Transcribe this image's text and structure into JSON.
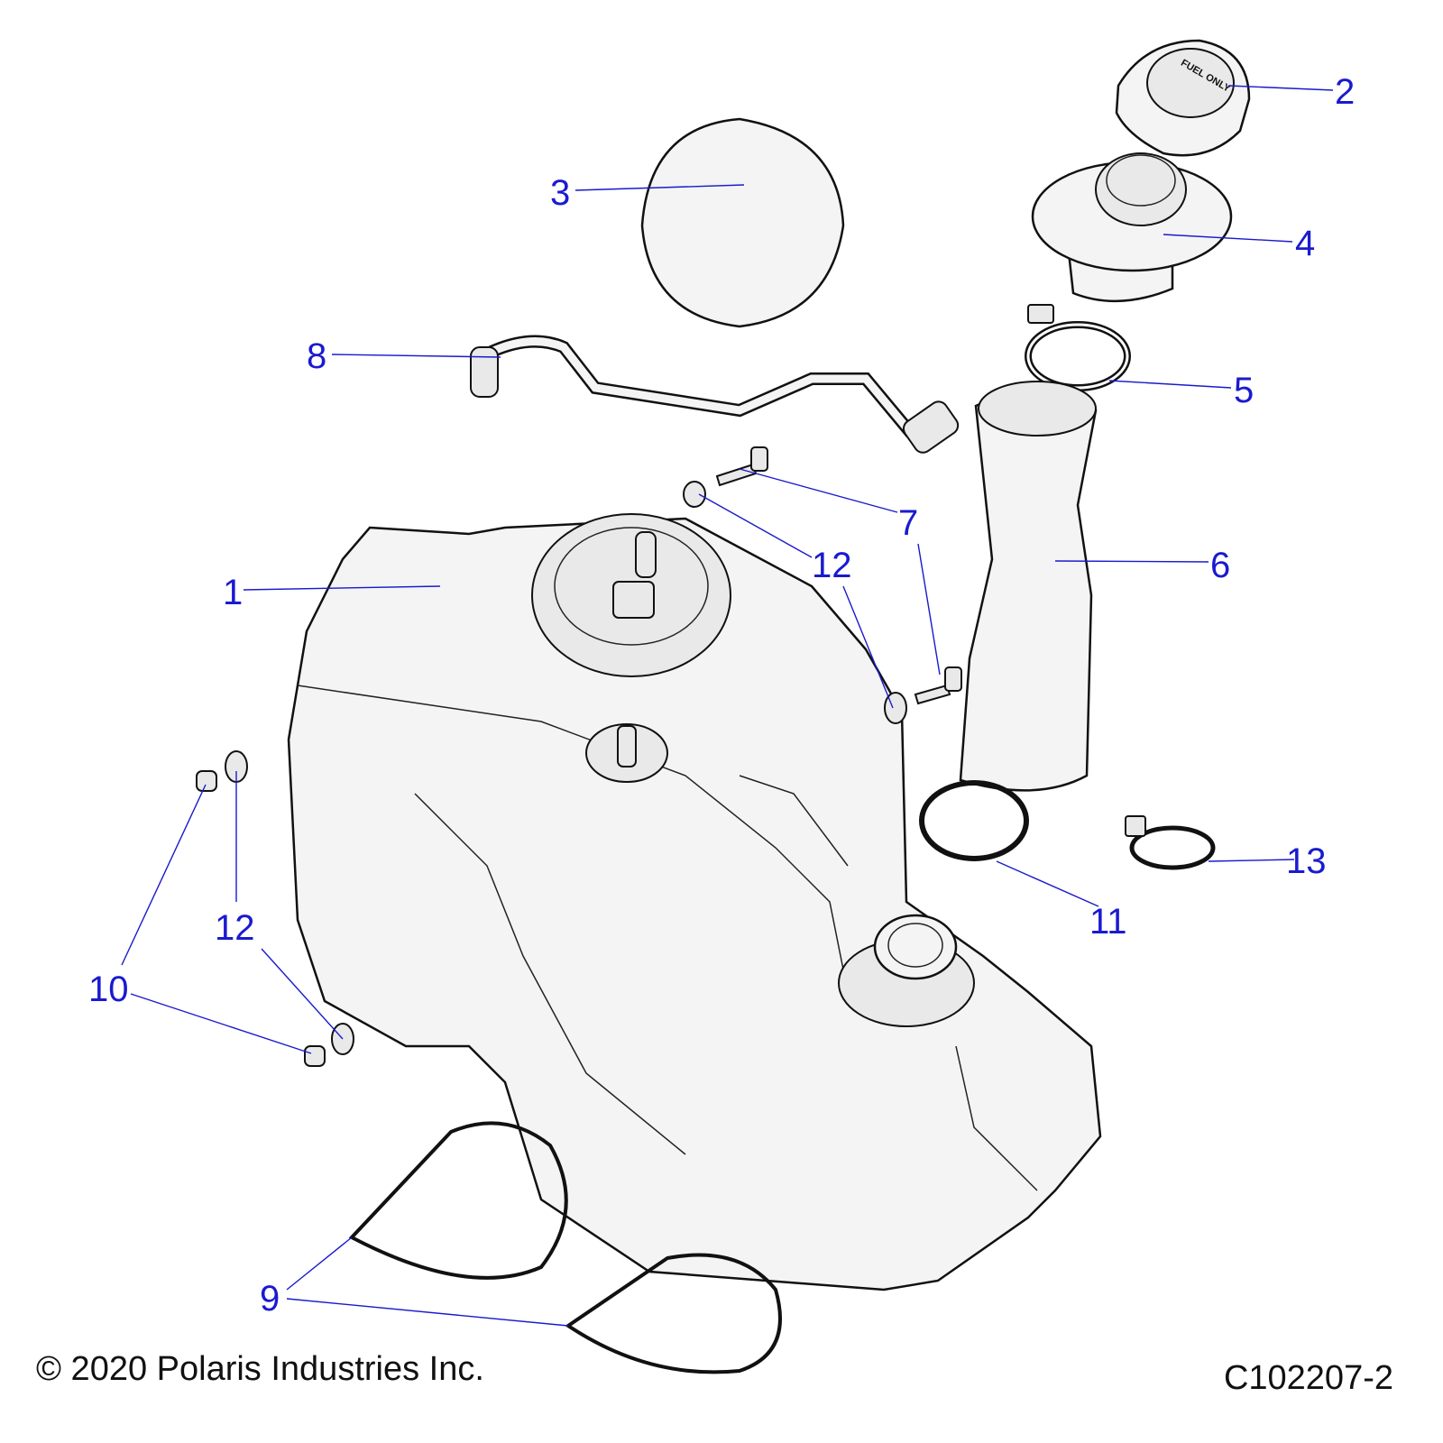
{
  "diagram": {
    "callouts": {
      "c1": "1",
      "c2": "2",
      "c3": "3",
      "c4": "4",
      "c5": "5",
      "c6": "6",
      "c7": "7",
      "c8": "8",
      "c9": "9",
      "c10": "10",
      "c11": "11",
      "c12a": "12",
      "c12b": "12",
      "c13": "13"
    },
    "cap_text": "FUEL ONLY",
    "copyright": "© 2020 Polaris Industries Inc.",
    "figure_code": "C102207-2",
    "leader_color": "#1a1ad0"
  }
}
